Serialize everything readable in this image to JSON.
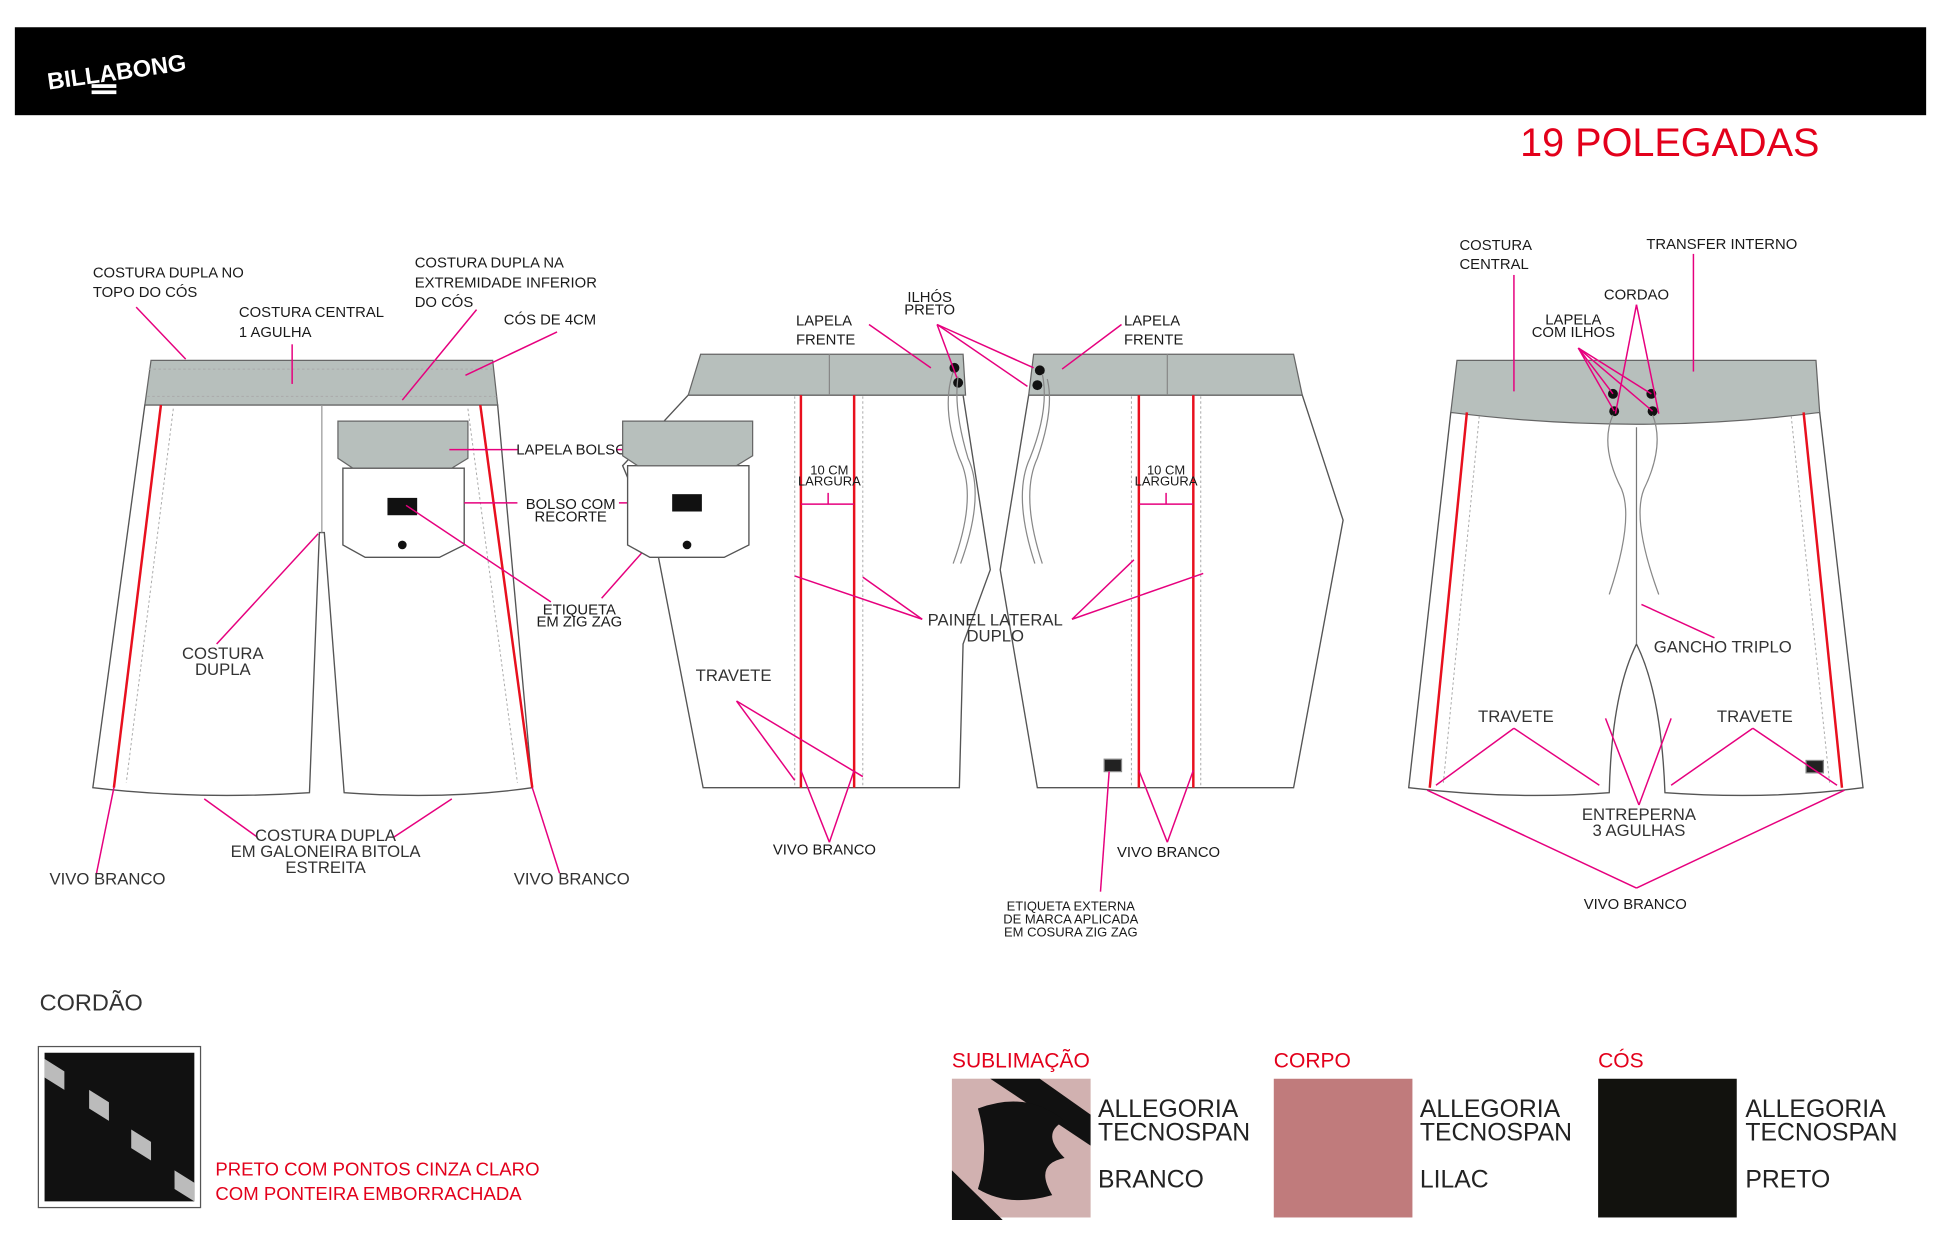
{
  "header": {
    "logo": "BILLABONG",
    "title": "19 POLEGADAS"
  },
  "back_view": {
    "costura_dupla_topo": [
      "COSTURA DUPLA NO",
      "TOPO DO CÓS"
    ],
    "costura_central": [
      "COSTURA CENTRAL",
      "1 AGULHA"
    ],
    "costura_dupla_inferior": [
      "COSTURA DUPLA NA",
      "EXTREMIDADE INFERIOR",
      "DO CÓS"
    ],
    "cos_4cm": "CÓS DE 4CM",
    "lapela_bolso": "LAPELA BOLSO",
    "bolso_recorte": [
      "BOLSO COM",
      "RECORTE"
    ],
    "etiqueta_zigzag": [
      "ETIQUETA",
      "EM ZIG ZAG"
    ],
    "costura_dupla": [
      "COSTURA",
      "DUPLA"
    ],
    "costura_galoneira": [
      "COSTURA DUPLA",
      "EM GALONEIRA BITOLA",
      "ESTREITA"
    ],
    "vivo_left": "VIVO BRANCO",
    "vivo_right": "VIVO BRANCO"
  },
  "side_view": {
    "lapela_frente_left": [
      "LAPELA",
      "FRENTE"
    ],
    "ilhos": [
      "ILHÓS",
      "PRETO"
    ],
    "lapela_frente_right": [
      "LAPELA",
      "FRENTE"
    ],
    "largura_left": [
      "10 CM",
      "LARGURA"
    ],
    "largura_right": [
      "10 CM",
      "LARGURA"
    ],
    "painel": [
      "PAINEL LATERAL",
      "DUPLO"
    ],
    "travete": "TRAVETE",
    "vivo_left": "VIVO BRANCO",
    "vivo_right": "VIVO BRANCO",
    "etiqueta_externa": [
      "ETIQUETA EXTERNA",
      "DE MARCA APLICADA",
      "EM COSURA ZIG ZAG"
    ]
  },
  "front_view": {
    "costura_central": [
      "COSTURA",
      "CENTRAL"
    ],
    "transfer": "TRANSFER INTERNO",
    "cordao": "CORDAO",
    "lapela_ilhos": [
      "LAPELA",
      "COM ILHOS"
    ],
    "gancho": "GANCHO TRIPLO",
    "travete_left": "TRAVETE",
    "travete_right": "TRAVETE",
    "entreperna": [
      "ENTREPERNA",
      "3 AGULHAS"
    ],
    "vivo": "VIVO BRANCO"
  },
  "cordao": {
    "title": "CORDÃO",
    "description": [
      "PRETO COM PONTOS CINZA CLARO",
      "COM PONTEIRA EMBORRACHADA"
    ]
  },
  "materials": [
    {
      "heading": "SUBLIMAÇÃO",
      "fabric": [
        "ALLEGORIA",
        "TECNOSPAN"
      ],
      "color_name": "BRANCO",
      "swatch": "print"
    },
    {
      "heading": "CORPO",
      "fabric": [
        "ALLEGORIA",
        "TECNOSPAN"
      ],
      "color_name": "LILAC",
      "swatch": "#c07b7c"
    },
    {
      "heading": "CÓS",
      "fabric": [
        "ALLEGORIA",
        "TECNOSPAN"
      ],
      "color_name": "PRETO",
      "swatch": "#12120e"
    }
  ],
  "colors": {
    "accent_red": "#e3001b",
    "leader": "#e6007e",
    "waistband_gray": "#b7bfbc",
    "vivo": "#e8101e"
  }
}
